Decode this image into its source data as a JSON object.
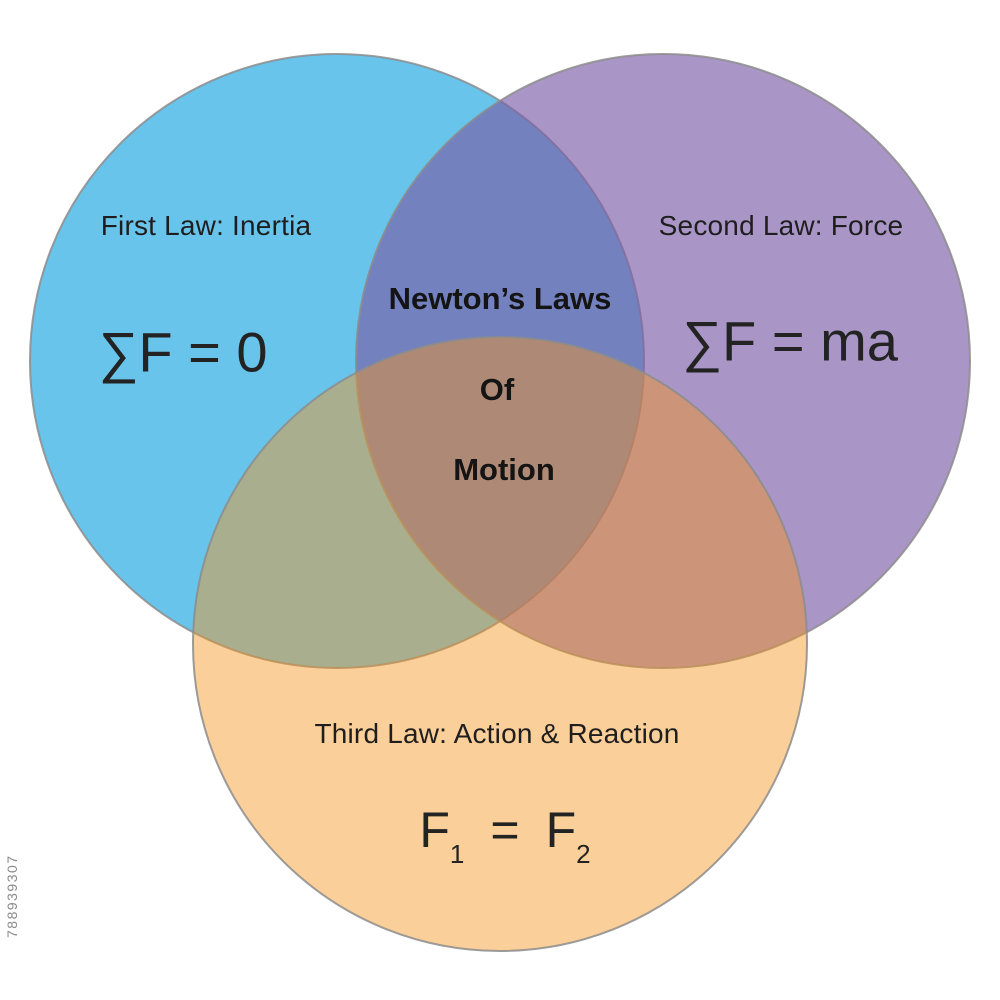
{
  "watermark": {
    "id_text": "788939307"
  },
  "diagram": {
    "center_title": {
      "line1": "Newton’s Laws",
      "line2": "Of",
      "line3": "Motion"
    },
    "circles": [
      {
        "name": "first-law",
        "label": "First Law: Inertia",
        "formula": "∑F = 0",
        "color": "#29ABE2"
      },
      {
        "name": "second-law",
        "label": "Second Law: Force",
        "formula": "∑F = ma",
        "color": "#7B5EA7"
      },
      {
        "name": "third-law",
        "label": "Third Law: Action & Reaction",
        "color": "#F7941D",
        "formula_parts": {
          "base1": "F",
          "sub1": "1",
          "equals": "=",
          "base2": "F",
          "sub2": "2"
        }
      }
    ]
  }
}
